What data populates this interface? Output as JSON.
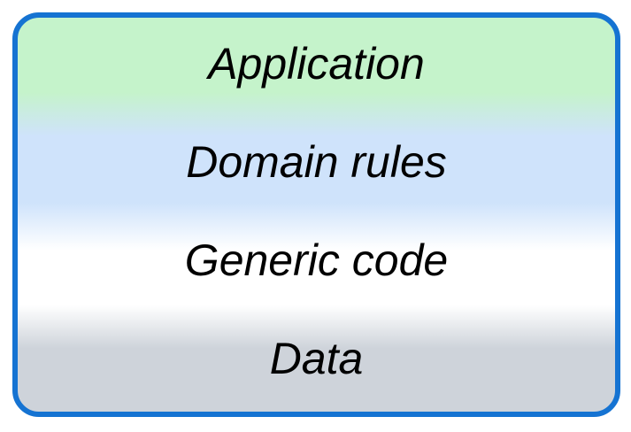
{
  "diagram": {
    "type": "layer-stack",
    "border_color": "#1573d2",
    "text_color": "#000000",
    "layers": [
      {
        "label": "Application",
        "color": "#c5f3cb"
      },
      {
        "label": "Domain rules",
        "color": "#cfe3fb"
      },
      {
        "label": "Generic code",
        "color": "#ffffff"
      },
      {
        "label": "Data",
        "color": "#ced3da"
      }
    ]
  }
}
